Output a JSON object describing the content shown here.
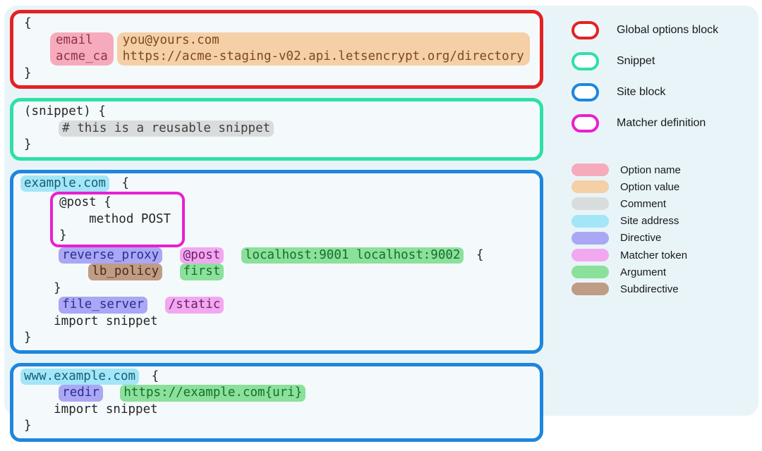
{
  "palette": {
    "page_background": "#e9f4f8",
    "block_background": "#f4fafc"
  },
  "legend": {
    "blocks": [
      {
        "name": "global",
        "color": "#e32222",
        "label": "Global options block"
      },
      {
        "name": "snippet",
        "color": "#2fe0a6",
        "label": "Snippet"
      },
      {
        "name": "site",
        "color": "#1e86dd",
        "label": "Site block"
      },
      {
        "name": "matcher",
        "color": "#ea1fd0",
        "label": "Matcher definition"
      }
    ],
    "tokens": [
      {
        "name": "option-name",
        "color": "#f6abbc",
        "label": "Option name"
      },
      {
        "name": "option-value",
        "color": "#f5cfa5",
        "label": "Option value"
      },
      {
        "name": "comment",
        "color": "#d9dcdd",
        "label": "Comment"
      },
      {
        "name": "site-address",
        "color": "#a2e6f8",
        "label": "Site address"
      },
      {
        "name": "directive",
        "color": "#aaa7f4",
        "label": "Directive"
      },
      {
        "name": "matcher-token",
        "color": "#f2a8f0",
        "label": "Matcher token"
      },
      {
        "name": "argument",
        "color": "#8be09b",
        "label": "Argument"
      },
      {
        "name": "subdirective",
        "color": "#bf9c85",
        "label": "Subdirective"
      }
    ]
  },
  "code_blocks": [
    {
      "name": "global-options-block",
      "type": "global",
      "lines": [
        {
          "segments": [
            {
              "text": "{",
              "class": "plain"
            }
          ]
        },
        {
          "kind": "option_pair",
          "names": "email\nacme_ca",
          "values": "you@yours.com\nhttps://acme-staging-v02.api.letsencrypt.org/directory"
        },
        {
          "segments": [
            {
              "text": "}",
              "class": "plain"
            }
          ]
        }
      ]
    },
    {
      "name": "snippet-block",
      "type": "snippet",
      "lines": [
        {
          "segments": [
            {
              "text": "(snippet) {",
              "class": "plain"
            }
          ]
        },
        {
          "segments": [
            {
              "text": "    ",
              "class": "plain"
            },
            {
              "text": "# this is a reusable snippet",
              "class": "comment"
            }
          ]
        },
        {
          "segments": [
            {
              "text": "}",
              "class": "plain"
            }
          ]
        }
      ]
    },
    {
      "name": "site-block-example",
      "type": "site",
      "lines": [
        {
          "segments": [
            {
              "text": "example.com",
              "class": "site-address"
            },
            {
              "text": " {",
              "class": "plain"
            }
          ]
        },
        {
          "kind": "matcher_box",
          "lines": [
            "@post {",
            "    method POST",
            "}"
          ]
        },
        {
          "segments": [
            {
              "text": "    ",
              "class": "plain"
            },
            {
              "text": "reverse_proxy",
              "class": "directive"
            },
            {
              "text": " ",
              "class": "plain"
            },
            {
              "text": "@post",
              "class": "matcher-token"
            },
            {
              "text": " ",
              "class": "plain"
            },
            {
              "text": "localhost:9001 localhost:9002",
              "class": "argument"
            },
            {
              "text": " {",
              "class": "plain"
            }
          ]
        },
        {
          "segments": [
            {
              "text": "        ",
              "class": "plain"
            },
            {
              "text": "lb_policy",
              "class": "subdirective"
            },
            {
              "text": " ",
              "class": "plain"
            },
            {
              "text": "first",
              "class": "argument"
            }
          ]
        },
        {
          "segments": [
            {
              "text": "    }",
              "class": "plain"
            }
          ]
        },
        {
          "segments": [
            {
              "text": "    ",
              "class": "plain"
            },
            {
              "text": "file_server",
              "class": "directive"
            },
            {
              "text": " ",
              "class": "plain"
            },
            {
              "text": "/static",
              "class": "matcher-token"
            }
          ]
        },
        {
          "segments": [
            {
              "text": "    import snippet",
              "class": "plain"
            }
          ]
        },
        {
          "segments": [
            {
              "text": "}",
              "class": "plain"
            }
          ]
        }
      ]
    },
    {
      "name": "site-block-www",
      "type": "site",
      "lines": [
        {
          "segments": [
            {
              "text": "www.example.com",
              "class": "site-address"
            },
            {
              "text": " {",
              "class": "plain"
            }
          ]
        },
        {
          "segments": [
            {
              "text": "    ",
              "class": "plain"
            },
            {
              "text": "redir",
              "class": "directive"
            },
            {
              "text": " ",
              "class": "plain"
            },
            {
              "text": "https://example.com{uri}",
              "class": "argument"
            }
          ]
        },
        {
          "segments": [
            {
              "text": "    import snippet",
              "class": "plain"
            }
          ]
        },
        {
          "segments": [
            {
              "text": "}",
              "class": "plain"
            }
          ]
        }
      ]
    }
  ]
}
